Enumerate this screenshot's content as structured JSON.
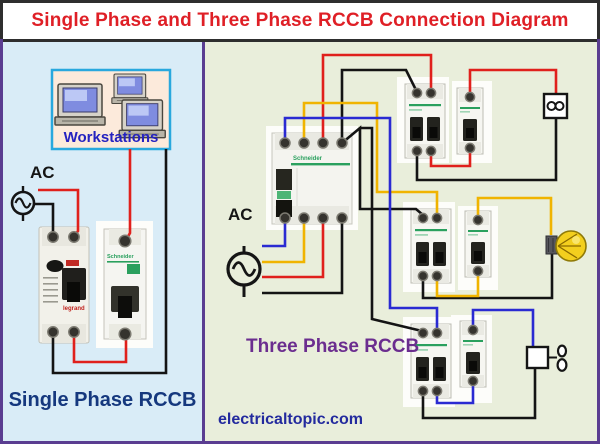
{
  "title": "Single Phase and Three Phase RCCB Connection Diagram",
  "website": "electricaltopic.com",
  "left_panel": {
    "workstations_label": "Workstations",
    "ac_label": "AC",
    "caption": "Single Phase RCCB",
    "rccb_brand": "legrand",
    "mcb_brand": "Schneider"
  },
  "right_panel": {
    "ac_label": "AC",
    "caption": "Three Phase RCCB",
    "rccb_brand": "Schneider"
  },
  "colors": {
    "title_text": "#df1f26",
    "frame_border": "#5a3d91",
    "left_panel_bg": "#d9ecf7",
    "right_panel_bg": "#e9eedb",
    "wire_red": "#e0201c",
    "wire_black": "#141414",
    "wire_blue": "#2a2ad2",
    "wire_yellow": "#f0b400",
    "workstations_box_bg": "#fceadb",
    "workstations_box_border": "#29a8de",
    "caption_single_color": "#15387e",
    "caption_three_color": "#6b2d8f",
    "website_color": "#232a9e",
    "breaker_green": "#2aa05e"
  }
}
